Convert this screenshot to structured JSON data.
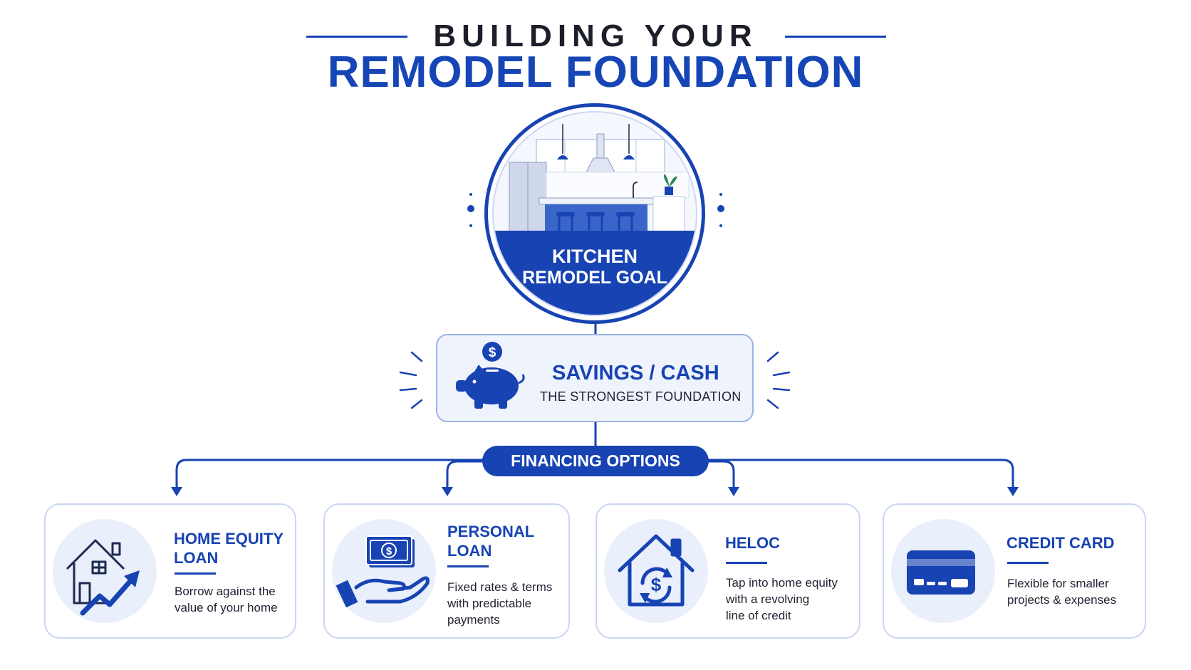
{
  "title": {
    "line1": "BUILDING YOUR",
    "line2": "REMODEL FOUNDATION"
  },
  "goal": {
    "label_line1": "KITCHEN",
    "label_line2": "REMODEL GOAL"
  },
  "savings": {
    "title": "SAVINGS / CASH",
    "subtitle": "THE STRONGEST FOUNDATION"
  },
  "financing": {
    "label": "FINANCING OPTIONS"
  },
  "options": [
    {
      "title_line1": "HOME EQUITY",
      "title_line2": "LOAN",
      "desc_line1": "Borrow against the",
      "desc_line2": "value of your home",
      "desc_line3": "",
      "icon": "house-growth-icon"
    },
    {
      "title_line1": "PERSONAL",
      "title_line2": "LOAN",
      "desc_line1": "Fixed rates & terms",
      "desc_line2": "with predictable",
      "desc_line3": "payments",
      "icon": "hand-money-icon"
    },
    {
      "title_line1": "HELOC",
      "title_line2": "",
      "desc_line1": "Tap into home equity",
      "desc_line2": "with a revolving",
      "desc_line3": "line of credit",
      "icon": "house-dollar-cycle-icon"
    },
    {
      "title_line1": "CREDIT CARD",
      "title_line2": "",
      "desc_line1": "Flexible for smaller",
      "desc_line2": "projects & expenses",
      "desc_line3": "",
      "icon": "credit-card-icon"
    }
  ],
  "colors": {
    "primary": "#1743b3",
    "light_fill": "#e9effb",
    "border": "#c9d6f2"
  }
}
